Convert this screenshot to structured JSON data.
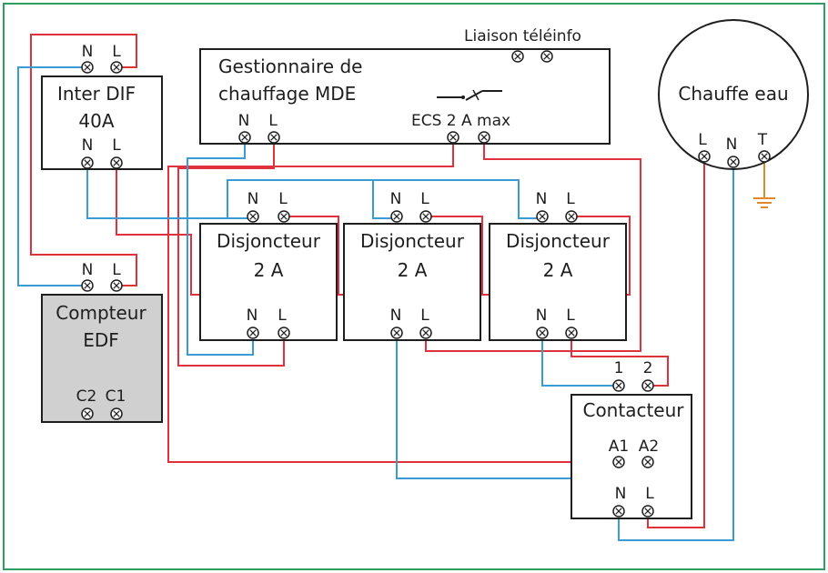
{
  "colors": {
    "frame": "#2e9e63",
    "phase": "#e0323c",
    "neutral": "#3a9bd5",
    "earth": "#e08a2c",
    "meter_fill": "#d0d0d0"
  },
  "inter_dif": {
    "line1": "Inter DIF",
    "line2": "40A",
    "top_n": "N",
    "top_l": "L",
    "bot_n": "N",
    "bot_l": "L"
  },
  "compteur": {
    "line1": "Compteur",
    "line2": "EDF",
    "top_n": "N",
    "top_l": "L",
    "c2": "C2",
    "c1": "C1"
  },
  "gestionnaire": {
    "line1": "Gestionnaire de",
    "line2": "chauffage MDE",
    "teleinfo": "Liaison téléinfo",
    "n": "N",
    "l": "L",
    "ecs": "ECS 2 A max"
  },
  "chauffe_eau": {
    "label": "Chauffe eau",
    "l": "L",
    "n": "N",
    "t": "T"
  },
  "disjoncteurs": [
    {
      "line1": "Disjoncteur",
      "line2": "2 A",
      "top_n": "N",
      "top_l": "L",
      "bot_n": "N",
      "bot_l": "L"
    },
    {
      "line1": "Disjoncteur",
      "line2": "2 A",
      "top_n": "N",
      "top_l": "L",
      "bot_n": "N",
      "bot_l": "L"
    },
    {
      "line1": "Disjoncteur",
      "line2": "2 A",
      "top_n": "N",
      "top_l": "L",
      "bot_n": "N",
      "bot_l": "L"
    }
  ],
  "contacteur": {
    "label": "Contacteur",
    "t1": "1",
    "t2": "2",
    "a1": "A1",
    "a2": "A2",
    "n": "N",
    "l": "L"
  }
}
